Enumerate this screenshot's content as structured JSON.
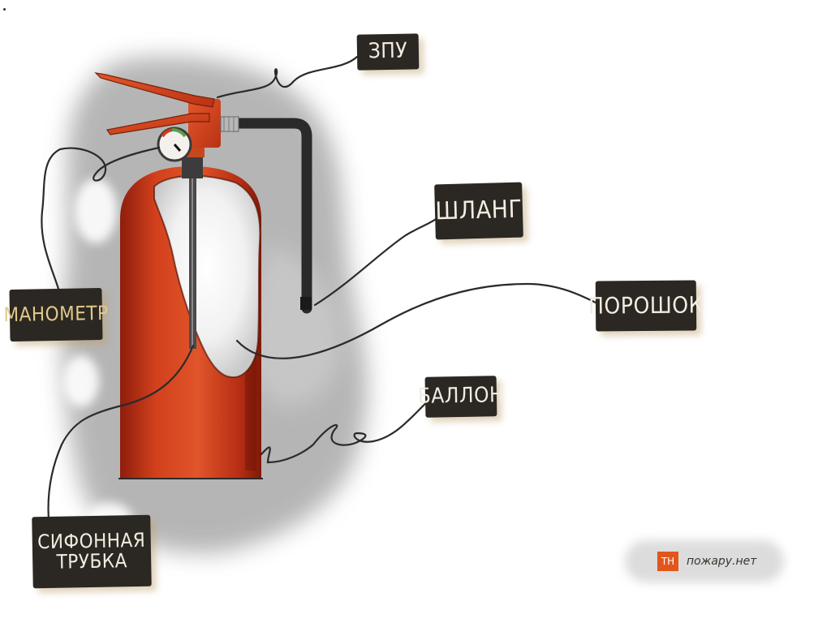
{
  "diagram": {
    "labels": {
      "zpu": "ЗПУ",
      "shlang": "ШЛАНГ",
      "manometr": "МАНОМЕТР",
      "poroshok": "ПОРОШОК",
      "ballon": "БАЛЛОН",
      "sifon_line1": "СИФОННАЯ",
      "sifon_line2": "ТРУБКА"
    },
    "brand": {
      "logo_text": "ТН",
      "site": "пожару.нет",
      "logo_color": "#e1561c"
    },
    "colors": {
      "cylinder": "#c8361a",
      "label_bg": "#2b2823",
      "label_text": "#f3ece0",
      "hose": "#2a2a2a",
      "wash": "#9e9e9e"
    },
    "icons": [
      "fire-extinguisher-icon"
    ]
  }
}
